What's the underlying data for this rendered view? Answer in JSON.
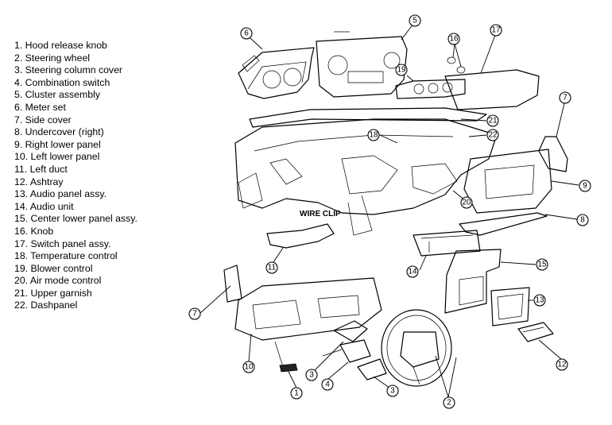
{
  "legend": [
    "1. Hood release knob",
    "2. Steering wheel",
    "3. Steering column cover",
    "4. Combination switch",
    "5. Cluster assembly",
    "6. Meter set",
    "7. Side cover",
    "8. Undercover (right)",
    "9. Right lower panel",
    "10. Left lower panel",
    "11. Left duct",
    "12. Ashtray",
    "13. Audio panel assy.",
    "14. Audio unit",
    "15. Center lower panel assy.",
    "16. Knob",
    "17. Switch panel assy.",
    "18. Temperature control",
    "19. Blower control",
    "20. Air mode control",
    "21. Upper garnish",
    "22. Dashpanel"
  ],
  "diagram": {
    "wire_clip_label": "WIRE CLIP",
    "callouts": [
      "6",
      "5",
      "16",
      "17",
      "19",
      "7",
      "21",
      "18",
      "22",
      "9",
      "20",
      "8",
      "11",
      "14",
      "15",
      "7",
      "13",
      "10",
      "12",
      "3",
      "4",
      "1",
      "3",
      "2"
    ]
  }
}
